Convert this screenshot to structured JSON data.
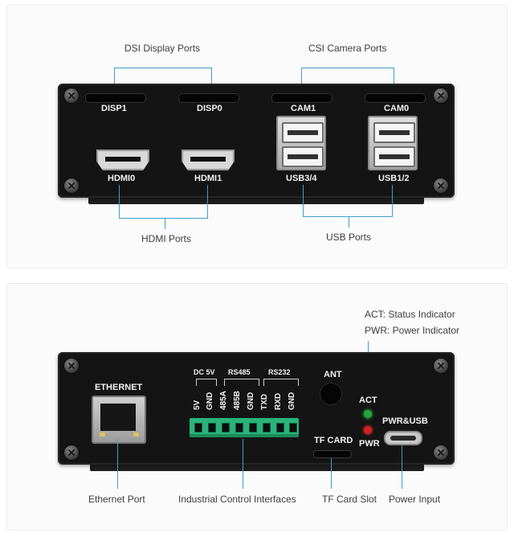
{
  "top_panel": {
    "callouts": {
      "dsi": "DSI Display Ports",
      "csi": "CSI Camera Ports",
      "hdmi": "HDMI Ports",
      "usb": "USB Ports"
    },
    "port_labels": {
      "disp1": "DISP1",
      "disp0": "DISP0",
      "cam1": "CAM1",
      "cam0": "CAM0",
      "hdmi0": "HDMI0",
      "hdmi1": "HDMI1",
      "usb34": "USB3/4",
      "usb12": "USB1/2"
    }
  },
  "bottom_panel": {
    "callouts": {
      "act": "ACT: Status Indicator",
      "pwr": "PWR: Power Indicator",
      "ethernet": "Ethernet Port",
      "industrial": "Industrial Control Interfaces",
      "tf": "TF Card Slot",
      "power": "Power Input"
    },
    "port_labels": {
      "ethernet": "ETHERNET",
      "dc5v": "DC 5V",
      "rs485": "RS485",
      "rs232": "RS232",
      "ant": "ANT",
      "act": "ACT",
      "pwr": "PWR",
      "tfcard": "TF CARD",
      "pwrusb": "PWR&USB"
    },
    "pins": [
      "5V",
      "GND",
      "485A",
      "485B",
      "GND",
      "TXD",
      "RXD",
      "GND"
    ]
  },
  "colors": {
    "leader_line": "#3f9fc8",
    "terminal_block": "#29b37a",
    "act_led": "#1fa83a",
    "pwr_led": "#d42020"
  }
}
